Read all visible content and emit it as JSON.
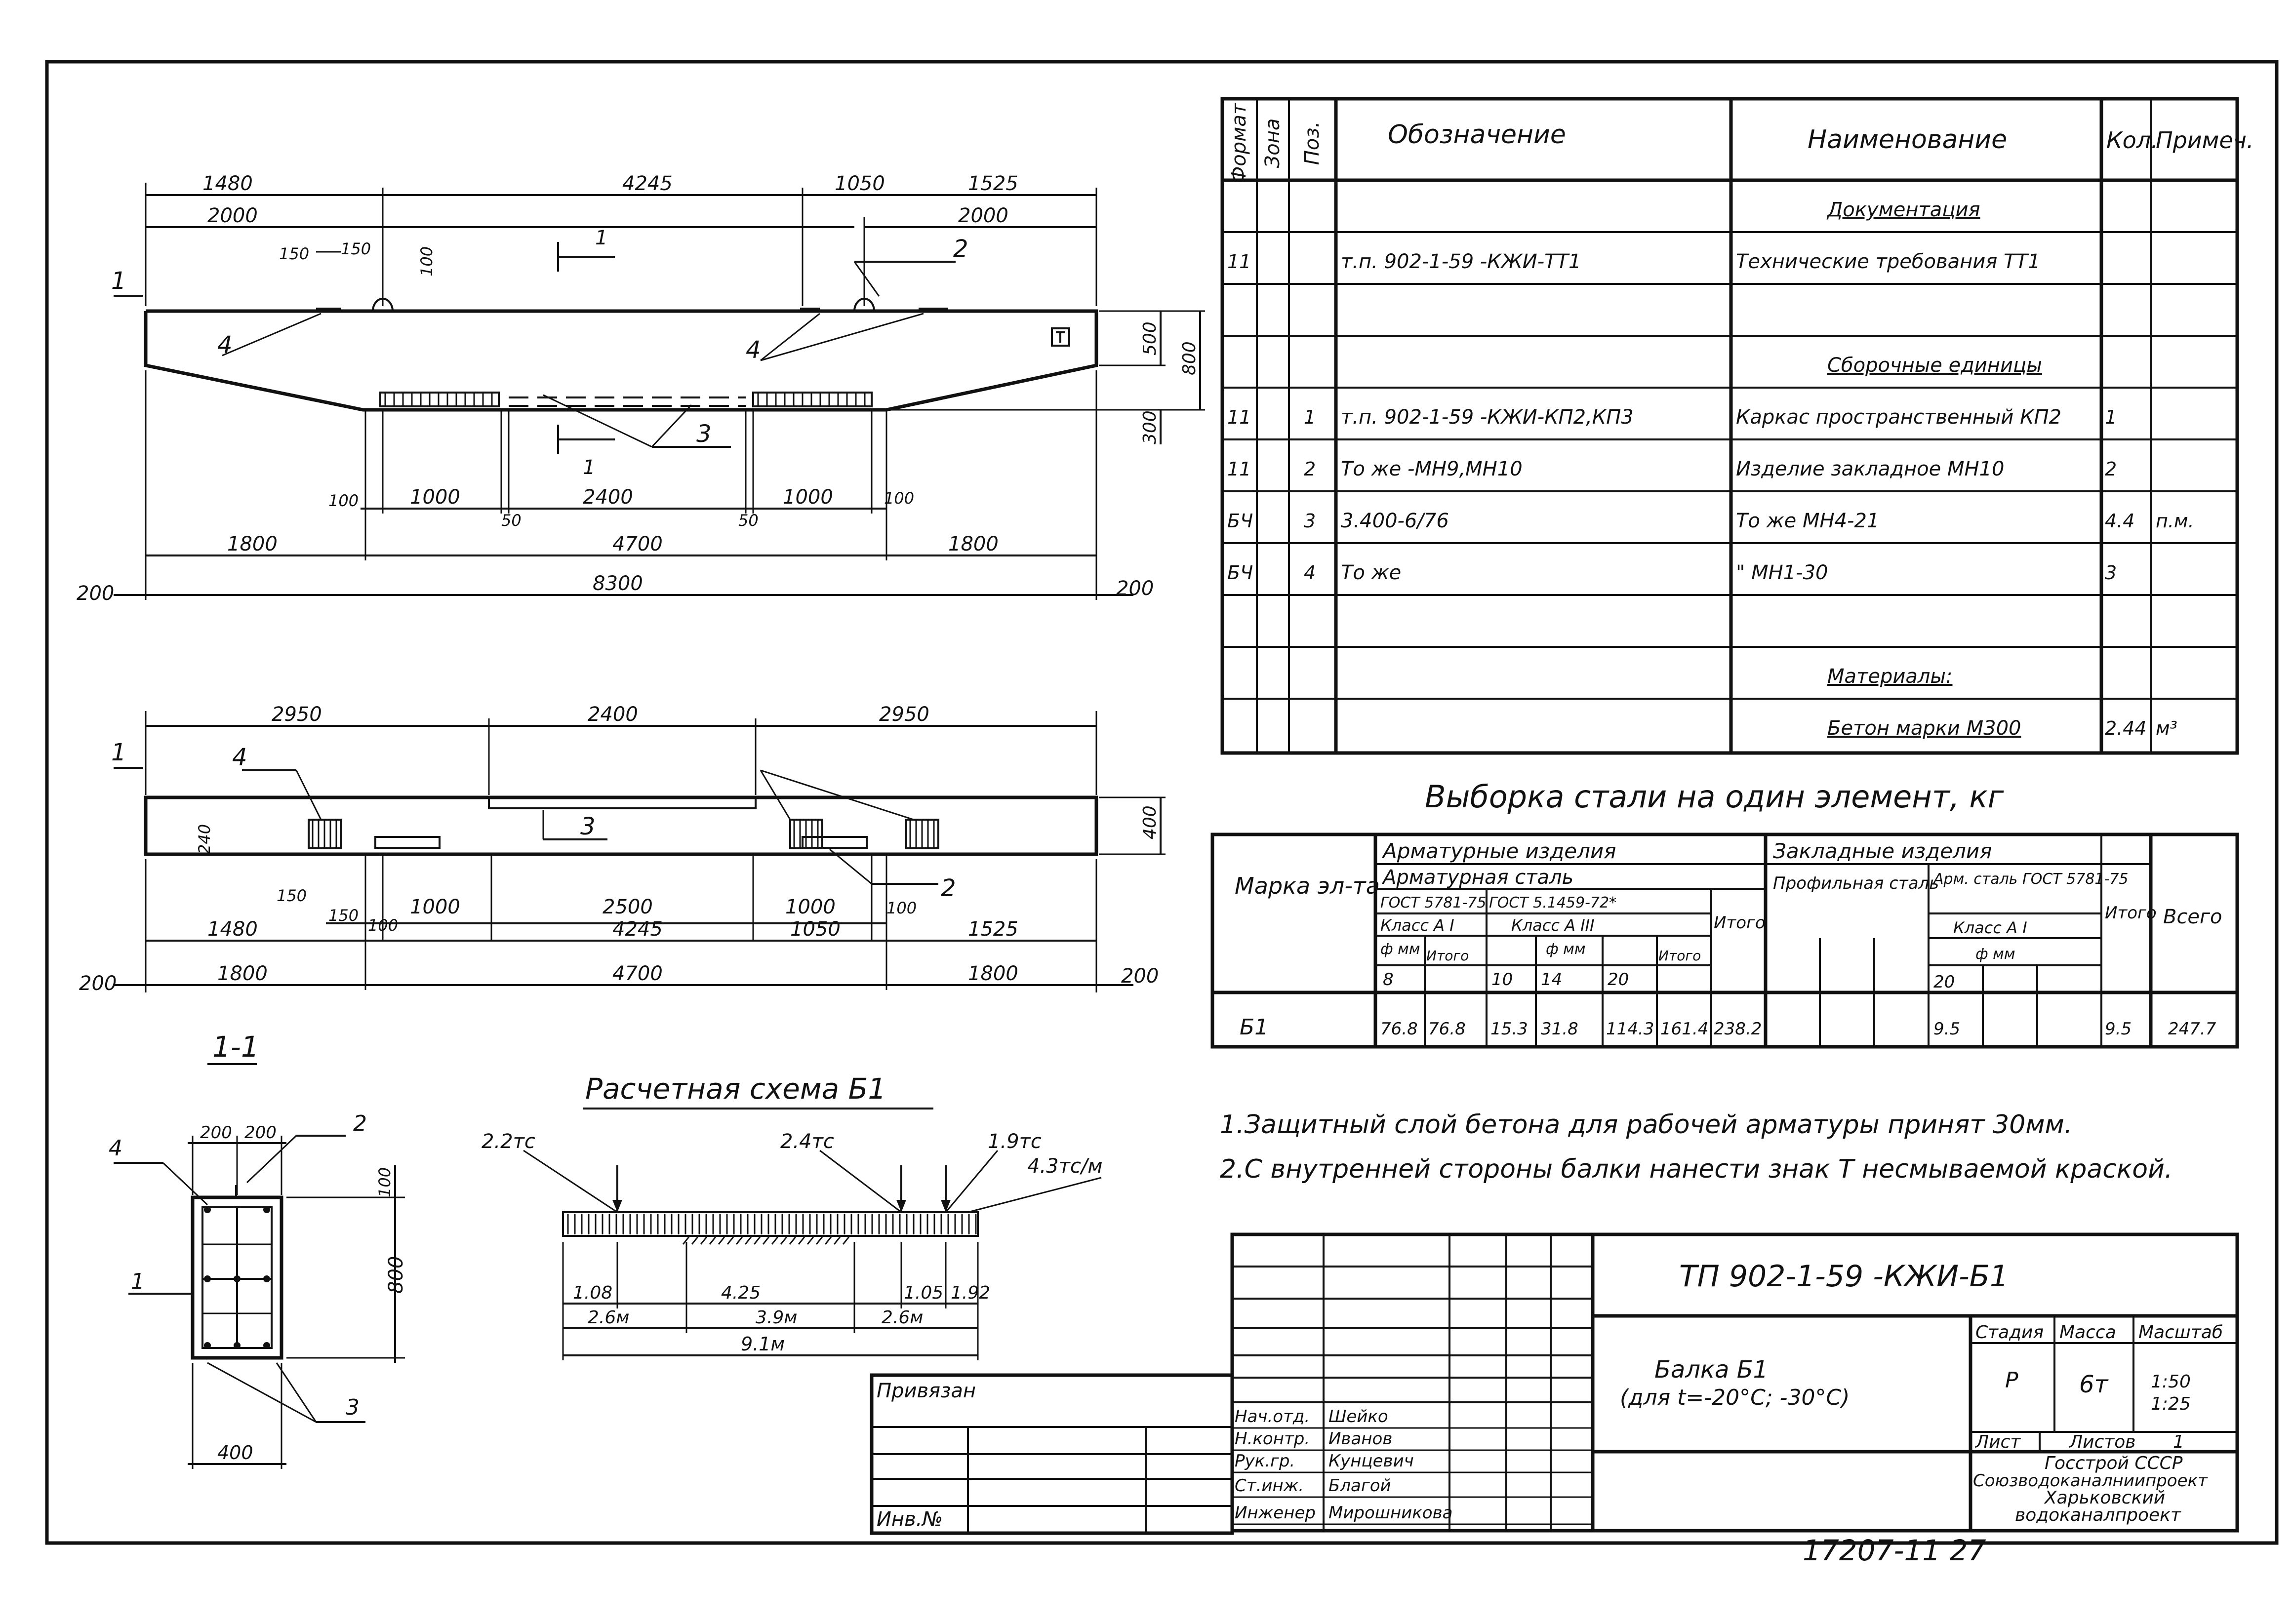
{
  "spec": {
    "headers": [
      "Формат",
      "Зона",
      "Поз.",
      "Обозначение",
      "Наименование",
      "Кол.",
      "Примеч."
    ],
    "rows": [
      {
        "format": "",
        "zone": "",
        "pos": "",
        "designation": "",
        "name": "Документация",
        "qty": "",
        "note": ""
      },
      {
        "format": "11",
        "zone": "",
        "pos": "",
        "designation": "т.п. 902-1-59   -КЖИ-ТТ1",
        "name": "Технические требования ТТ1",
        "qty": "",
        "note": ""
      },
      {
        "format": "",
        "zone": "",
        "pos": "",
        "designation": "",
        "name": "",
        "qty": "",
        "note": ""
      },
      {
        "format": "",
        "zone": "",
        "pos": "",
        "designation": "",
        "name": "Сборочные единицы",
        "qty": "",
        "note": ""
      },
      {
        "format": "11",
        "zone": "",
        "pos": "1",
        "designation": "т.п. 902-1-59   -КЖИ-КП2,КП3",
        "name": "Каркас пространственный КП2",
        "qty": "1",
        "note": ""
      },
      {
        "format": "11",
        "zone": "",
        "pos": "2",
        "designation": "То же   -МН9,МН10",
        "name": "Изделие закладное   МН10",
        "qty": "2",
        "note": ""
      },
      {
        "format": "БЧ",
        "zone": "",
        "pos": "3",
        "designation": "3.400-6/76",
        "name": "То же   МН4-21",
        "qty": "4.4",
        "note": "п.м."
      },
      {
        "format": "БЧ",
        "zone": "",
        "pos": "4",
        "designation": "То же",
        "name": "\"   МН1-30",
        "qty": "3",
        "note": ""
      },
      {
        "format": "",
        "zone": "",
        "pos": "",
        "designation": "",
        "name": "",
        "qty": "",
        "note": ""
      },
      {
        "format": "",
        "zone": "",
        "pos": "",
        "designation": "",
        "name": "Материалы:",
        "qty": "",
        "note": ""
      },
      {
        "format": "",
        "zone": "",
        "pos": "",
        "designation": "",
        "name": "Бетон марки М300",
        "qty": "2.44",
        "note": "м³"
      }
    ]
  },
  "steel": {
    "title": "Выборка стали на один элемент, кг",
    "mark_header": "Марка эл-та",
    "group_armature": "Арматурные изделия",
    "sub_armature": "Арматурная сталь",
    "gost1": "ГОСТ 5781-75",
    "gost2": "ГОСТ 5.1459-72*",
    "class1": "Класс А I",
    "class2": "Класс А III",
    "dia1": "ф мм",
    "dia2": "ф мм",
    "itogo": "Итого",
    "group_embedded": "Закладные изделия",
    "profile_steel": "Профильная сталь",
    "arm_steel": "Арм. сталь ГОСТ 5781-75",
    "class3": "Класс А I",
    "dia3": "ф мм",
    "total_all": "Всего",
    "itogo_sub": "Итого",
    "diameters": [
      "8",
      "10",
      "14",
      "20",
      "20"
    ],
    "row": {
      "mark": "Б1",
      "v8": "76.8",
      "sub1": "76.8",
      "v10": "15.3",
      "v14": "31.8",
      "v20": "114.3",
      "sub2": "161.4",
      "total_arm": "238.2",
      "emb20": "9.5",
      "emb_total": "9.5",
      "all": "247.7"
    }
  },
  "notes": [
    "1.Защитный слой бетона для рабочей арматуры принят 30мм.",
    "2.С внутренней стороны балки нанести знак Т несмываемой краской."
  ],
  "elevation": {
    "dims_top": [
      "1480",
      "4245",
      "1050",
      "1525"
    ],
    "dims_top2": [
      "2000",
      "2000"
    ],
    "dims_small": [
      "150",
      "150",
      "100"
    ],
    "dims_bottom": [
      "100",
      "1000",
      "2400",
      "1000",
      "100"
    ],
    "dims_bottom_small": [
      "50",
      "50"
    ],
    "dims_bottom2": [
      "1800",
      "4700",
      "1800"
    ],
    "overall": "8300",
    "end_offsets": [
      "200",
      "200"
    ],
    "heights": [
      "500",
      "800",
      "300"
    ],
    "section_mark": "1",
    "callouts": [
      "1",
      "2",
      "3",
      "4",
      "4"
    ]
  },
  "plan": {
    "dims_top": [
      "2950",
      "2400",
      "2950"
    ],
    "dims_small": [
      "150",
      "150",
      "100"
    ],
    "dims_mid": [
      "1000",
      "2500",
      "1000",
      "100"
    ],
    "dims_mid2": [
      "1480",
      "4245",
      "1050",
      "1525"
    ],
    "dims_bottom": [
      "1800",
      "4700",
      "1800"
    ],
    "end_offsets": [
      "200",
      "200"
    ],
    "heights": [
      "240",
      "400"
    ],
    "callouts": [
      "1",
      "4",
      "3",
      "2"
    ]
  },
  "section": {
    "title": "1-1",
    "dims": [
      "200",
      "200",
      "100",
      "800",
      "400"
    ],
    "callouts": [
      "4",
      "2",
      "1",
      "3"
    ]
  },
  "scheme": {
    "title": "Расчетная схема Б1",
    "loads": [
      "2.2тс",
      "2.4тс",
      "1.9тс",
      "4.3тс/м"
    ],
    "dims_row1": [
      "1.08",
      "4.25",
      "1.05",
      "1.92"
    ],
    "dims_row2": [
      "2.6м",
      "3.9м",
      "2.6м"
    ],
    "span": "9.1м"
  },
  "title_block": {
    "code": "ТП 902-1-59   -КЖИ-Б1",
    "name_line1": "Балка Б1",
    "name_line2": "(для t=-20°С; -30°С)",
    "stage_label": "Стадия",
    "mass_label": "Масса",
    "scale_label": "Масштаб",
    "stage": "Р",
    "mass": "6т",
    "scale1": "1:50",
    "scale2": "1:25",
    "sheet_label": "Лист",
    "sheets_label": "Листов",
    "sheets": "1",
    "org": [
      "Госстрой СССР",
      "Союзводоканалниипроект",
      "Харьковский",
      "водоканалпроект"
    ],
    "privyazan": "Привязан",
    "inv": "Инв.№",
    "roles": [
      "Нач.отд.",
      "Н.контр.",
      "Рук.гр.",
      "Ст.инж.",
      "Инженер"
    ],
    "names": [
      "Шейко",
      "Иванов",
      "Кунцевич",
      "Благой",
      "Мирошникова"
    ],
    "stamp_bottom": "17207-11    27"
  }
}
